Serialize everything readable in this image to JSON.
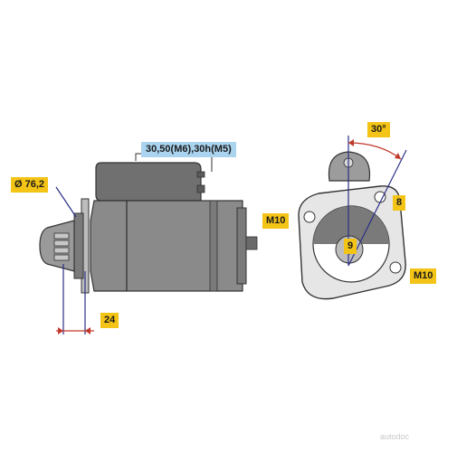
{
  "labels": {
    "terminal_spec": "30,50(M6),30h(M5)",
    "diameter": "Ø 76,2",
    "length": "24",
    "angle": "30°",
    "hole_size": "8",
    "teeth": "9",
    "bolt_left": "M10",
    "bolt_right": "M10"
  },
  "colors": {
    "body": "#8a8a8a",
    "body_dark": "#555555",
    "flange_fill": "#e6e6e6",
    "dimension_line": "#2a2f86",
    "arrow_red": "#c0392b",
    "tag_yellow": "#f3c316",
    "tag_blue": "#a9d3ee"
  },
  "watermark": "autodoc"
}
